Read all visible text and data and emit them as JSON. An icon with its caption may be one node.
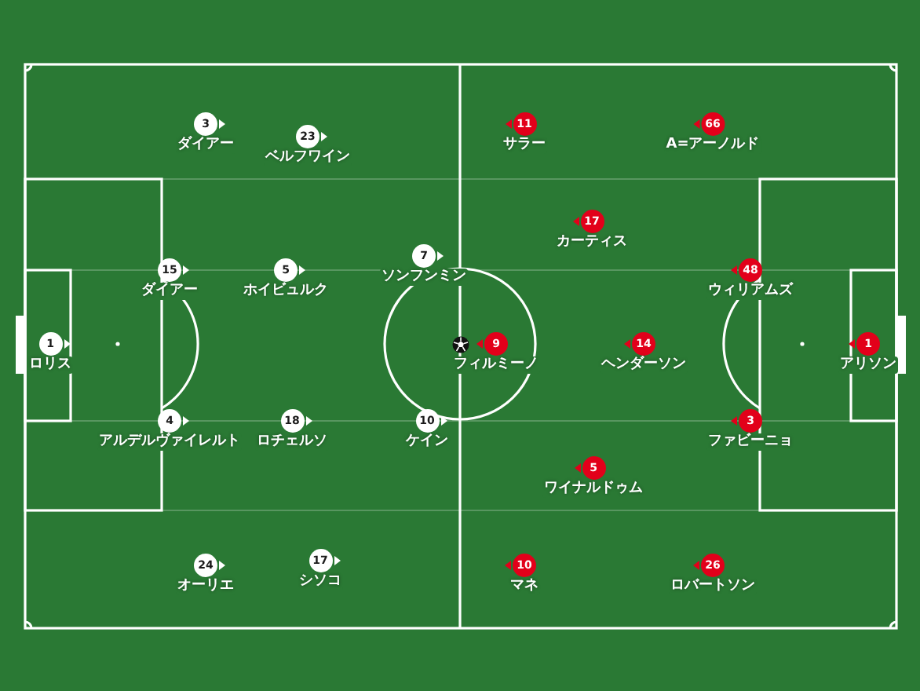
{
  "diagram": {
    "nodes": [
      {
        "text": [
          "1"
        ],
        "beside": [
          "ロリス"
        ]
      },
      {
        "text": [
          "3"
        ],
        "beside": [
          "ダイアー"
        ]
      },
      {
        "text": [
          "23"
        ],
        "beside": [
          "ベルフワイン"
        ]
      },
      {
        "text": [
          "15"
        ],
        "beside": [
          "ダイアー"
        ]
      },
      {
        "text": [
          "5"
        ],
        "beside": [
          "ホイビュルク"
        ]
      },
      {
        "text": [
          "7"
        ],
        "beside": [
          "ソンフンミン"
        ]
      },
      {
        "text": [
          "4"
        ],
        "beside": [
          "アルデルヴァイレルト"
        ]
      },
      {
        "text": [
          "18"
        ],
        "beside": [
          "ロチェルソ"
        ]
      },
      {
        "text": [
          "10"
        ],
        "beside": [
          "ケイン"
        ]
      },
      {
        "text": [
          "24"
        ],
        "beside": [
          "オーリエ"
        ]
      },
      {
        "text": [
          "17"
        ],
        "beside": [
          "シソコ"
        ]
      },
      {
        "text": [
          "11"
        ],
        "beside": [
          "サラー"
        ]
      },
      {
        "text": [
          "66"
        ],
        "beside": [
          "A=アーノルド"
        ]
      },
      {
        "text": [
          "17"
        ],
        "beside": [
          "カーティス"
        ]
      },
      {
        "text": [
          "48"
        ],
        "beside": [
          "ウィリアムズ"
        ]
      },
      {
        "text": [
          "9"
        ],
        "beside": [
          "フィルミーノ"
        ]
      },
      {
        "text": [
          "14"
        ],
        "beside": [
          "ヘンダーソン"
        ]
      },
      {
        "text": [
          "1"
        ],
        "beside": [
          "アリソン"
        ]
      },
      {
        "text": [
          "3"
        ],
        "beside": [
          "ファビーニョ"
        ]
      },
      {
        "text": [
          "5"
        ],
        "beside": [
          "ワイナルドゥム"
        ]
      },
      {
        "text": [
          "10"
        ],
        "beside": [
          "マネ"
        ]
      },
      {
        "text": [
          "26"
        ],
        "beside": [
          "ロバートソン"
        ]
      }
    ]
  }
}
